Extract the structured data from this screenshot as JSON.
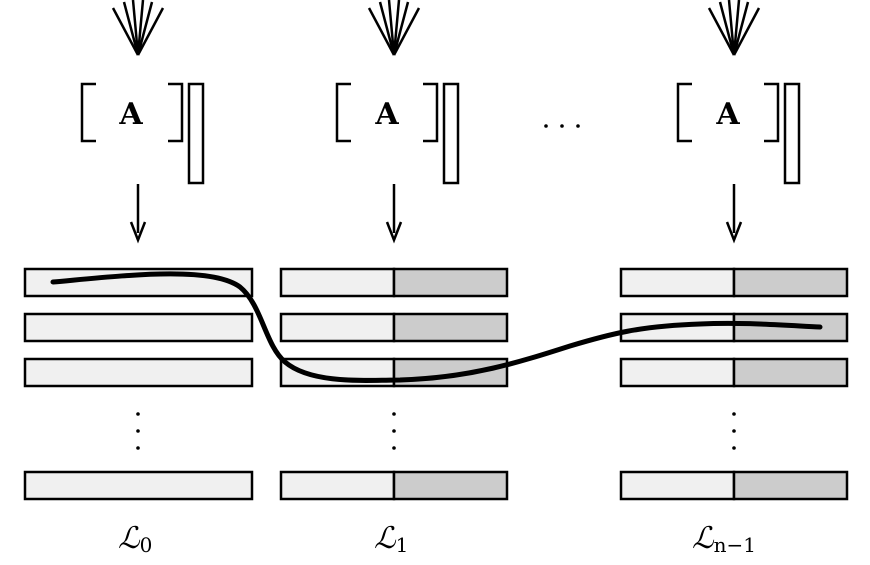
{
  "diagram": {
    "columns": [
      {
        "id": "col-0",
        "matrix_label": "A",
        "list_label": "ℒ",
        "list_subscript": "0",
        "split": false
      },
      {
        "id": "col-1",
        "matrix_label": "A",
        "list_label": "ℒ",
        "list_subscript": "1",
        "split": true
      },
      {
        "id": "col-n-1",
        "matrix_label": "A",
        "list_label": "ℒ",
        "list_subscript": "n−1",
        "split": true
      }
    ],
    "ellipsis_horizontal": "…",
    "ellipsis_vertical": "⋮",
    "colors": {
      "stroke": "#000000",
      "bar_light": "#f0f0f0",
      "bar_dark": "#cccccc",
      "background": "#ffffff"
    }
  }
}
